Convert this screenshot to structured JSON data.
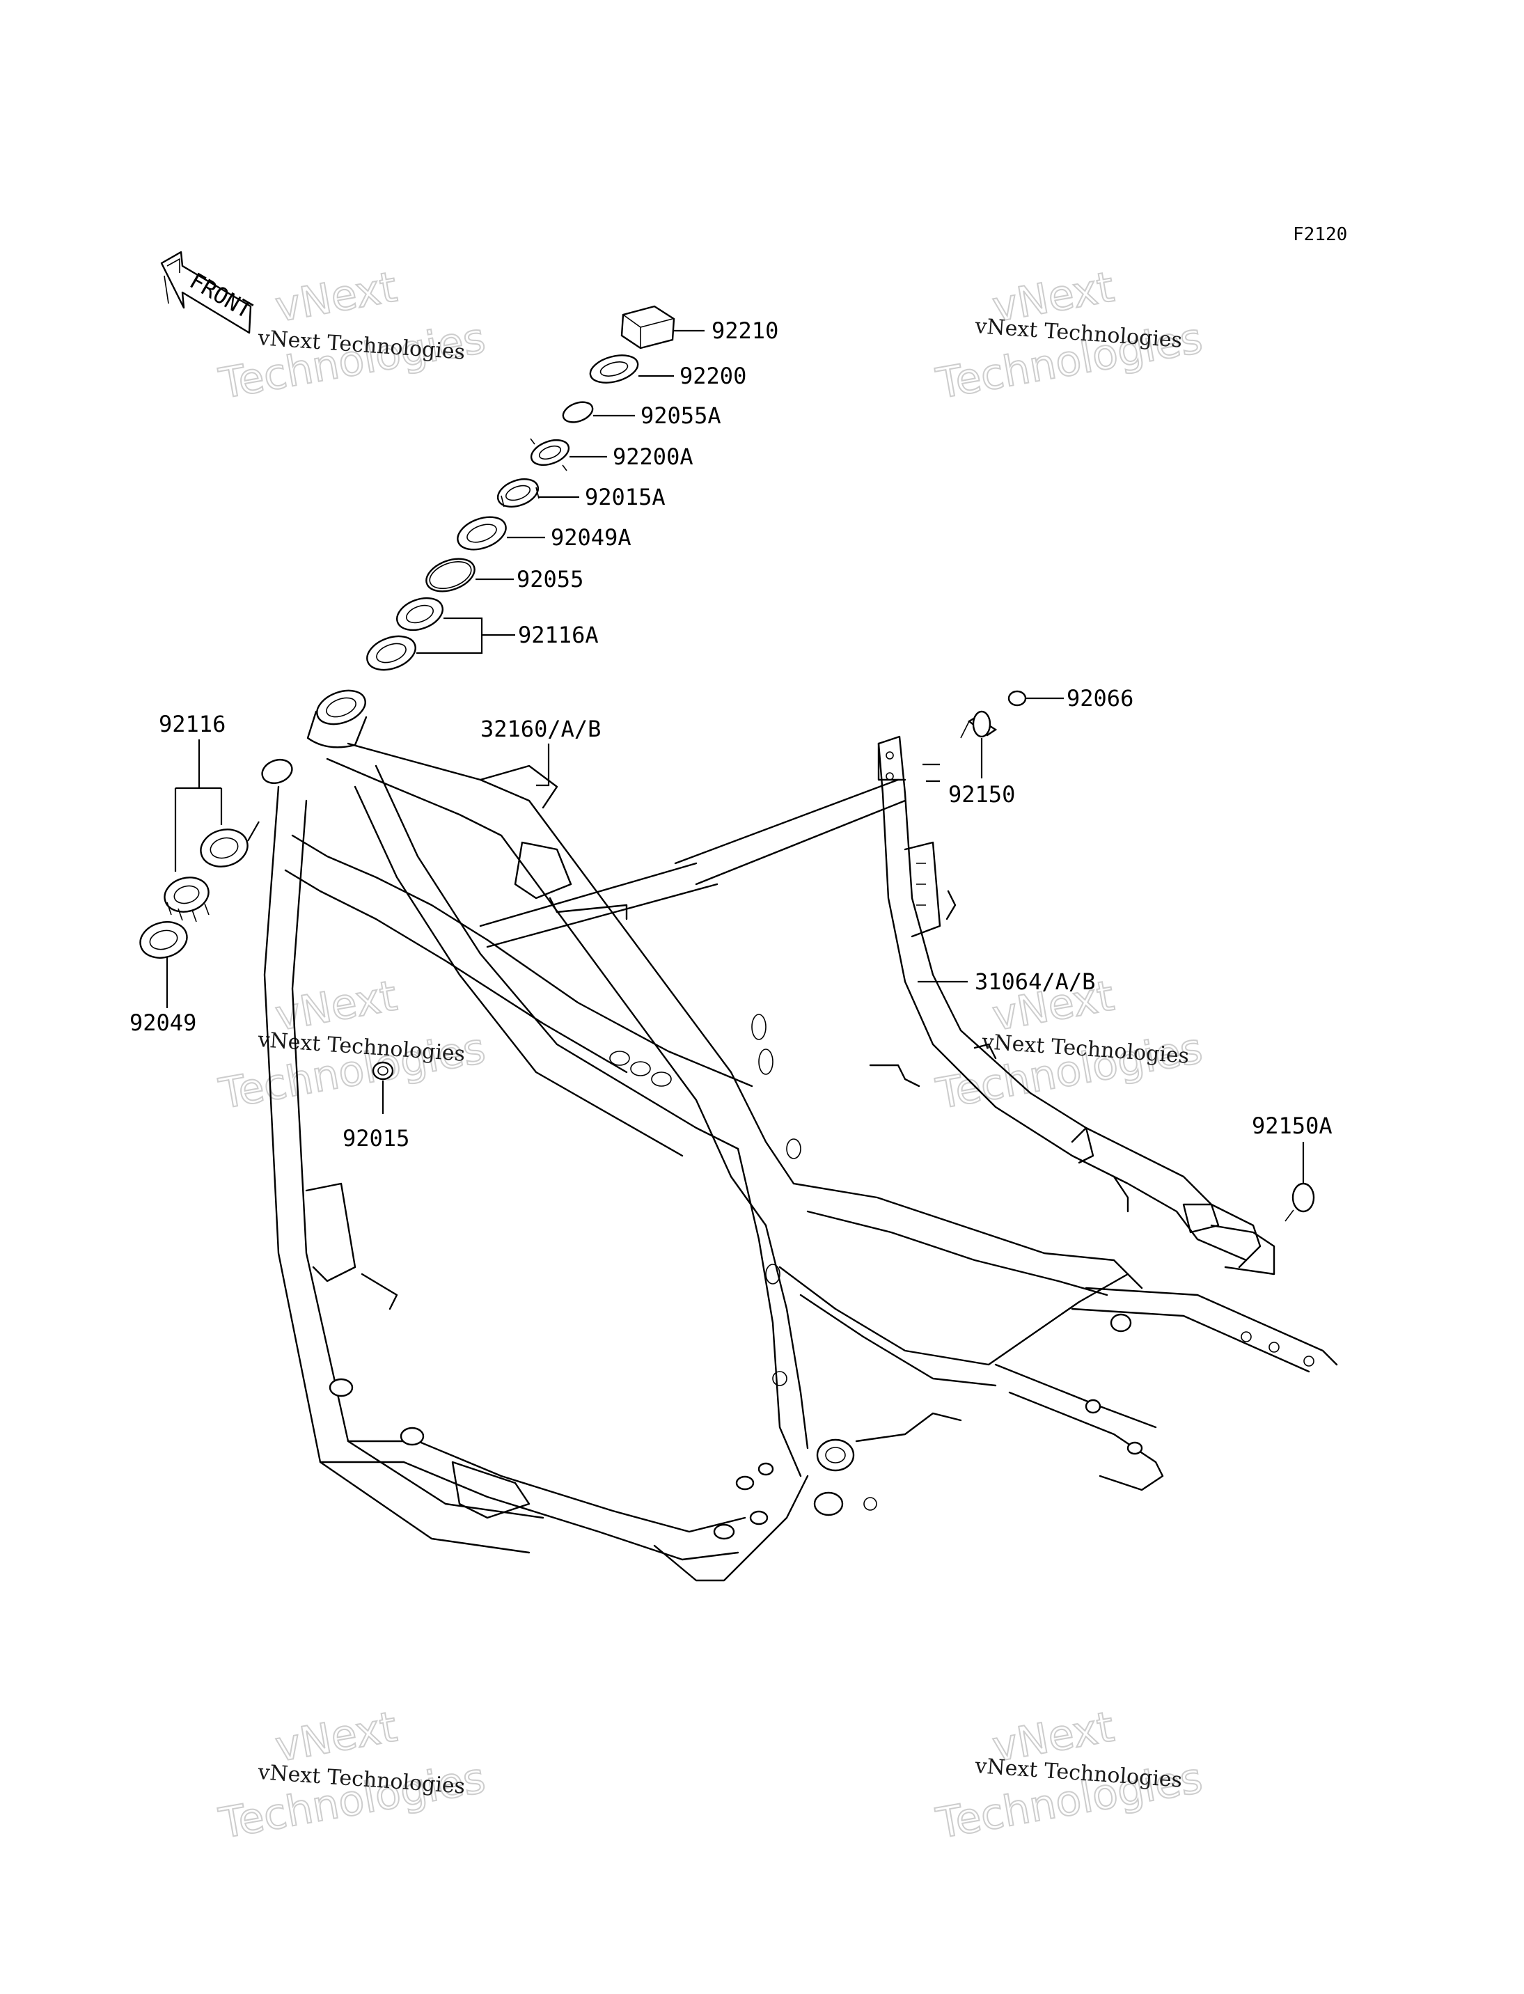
{
  "figure_code": "F2120",
  "front_arrow_label": "FRONT",
  "watermark": {
    "line_small": "vNext Technologies",
    "line_large_top": "vNext",
    "line_large_bottom": "Technologies"
  },
  "parts": [
    {
      "id": "92210",
      "label": "92210"
    },
    {
      "id": "92200",
      "label": "92200"
    },
    {
      "id": "92055A",
      "label": "92055A"
    },
    {
      "id": "92200A",
      "label": "92200A"
    },
    {
      "id": "92015A",
      "label": "92015A"
    },
    {
      "id": "92049A",
      "label": "92049A"
    },
    {
      "id": "92055",
      "label": "92055"
    },
    {
      "id": "92116A",
      "label": "92116A"
    },
    {
      "id": "92116",
      "label": "92116"
    },
    {
      "id": "92049",
      "label": "92049"
    },
    {
      "id": "32160",
      "label": "32160/A/B"
    },
    {
      "id": "92066",
      "label": "92066"
    },
    {
      "id": "92150",
      "label": "92150"
    },
    {
      "id": "31064",
      "label": "31064/A/B"
    },
    {
      "id": "92015",
      "label": "92015"
    },
    {
      "id": "92150A",
      "label": "92150A"
    }
  ]
}
